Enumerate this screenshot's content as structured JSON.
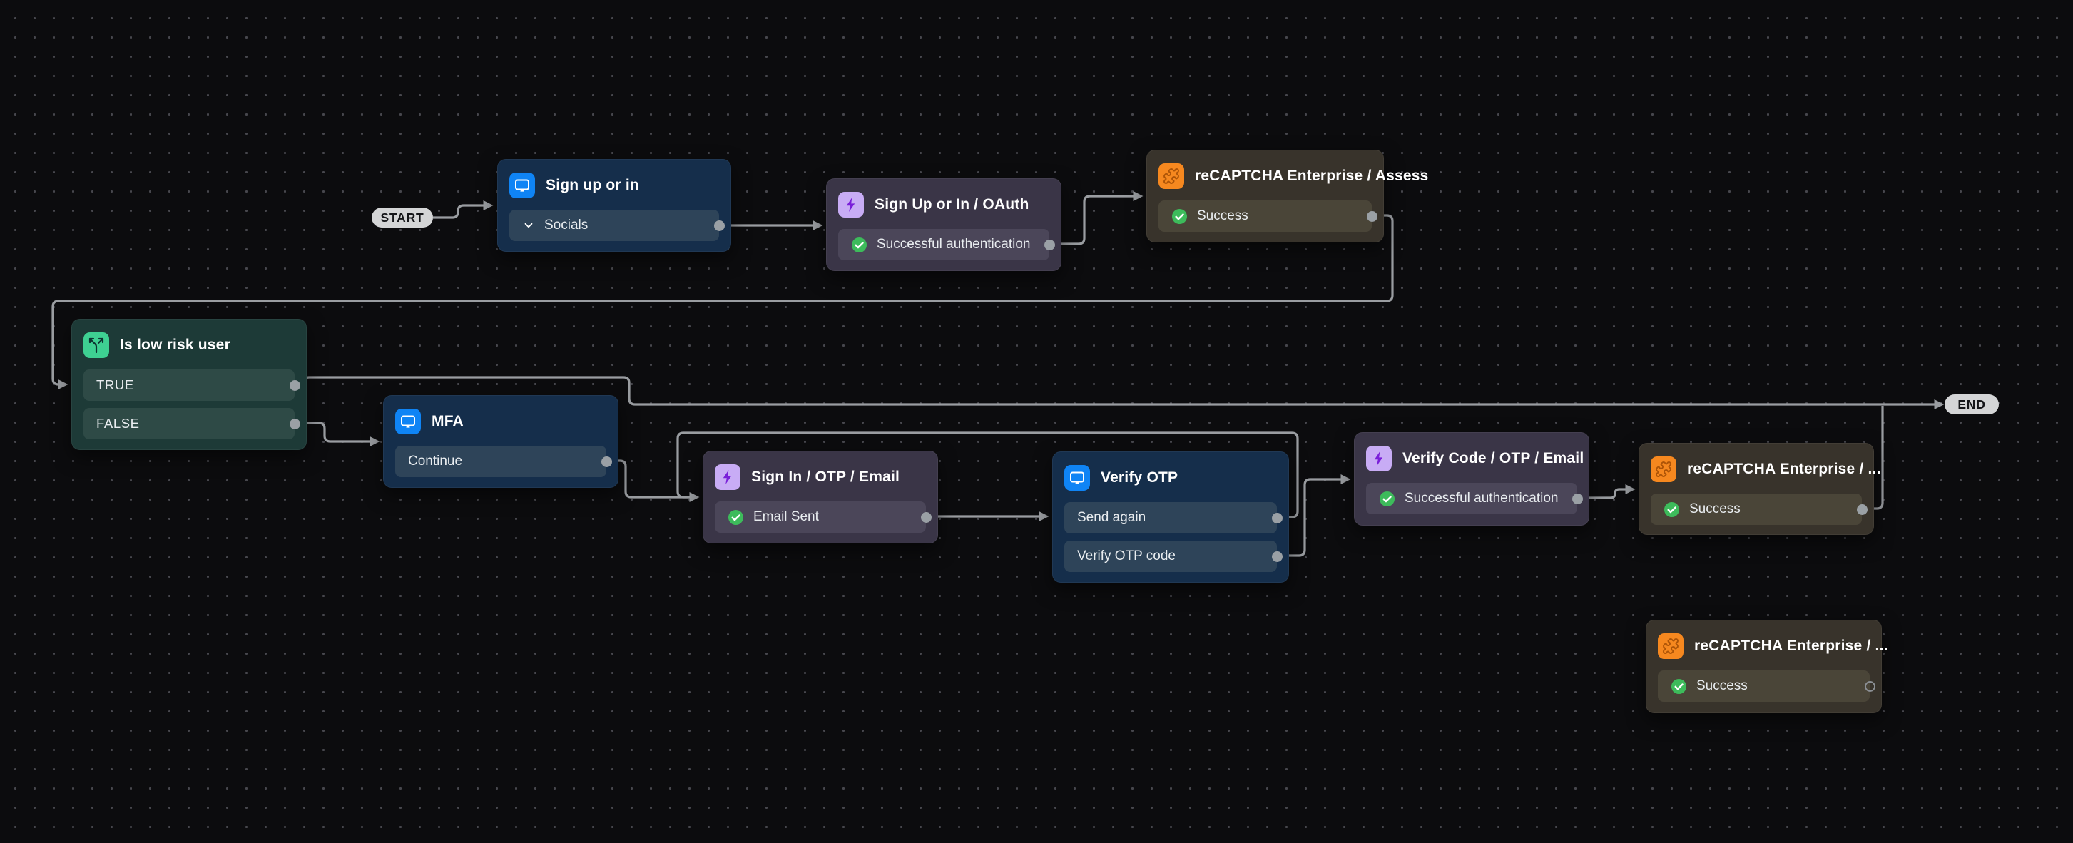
{
  "canvas": {
    "background": "#0c0c0e",
    "grid_dot_color": "#47474d"
  },
  "terminals": {
    "start_label": "START",
    "end_label": "END"
  },
  "nodes": {
    "sign_up_or_in": {
      "title": "Sign up or in",
      "type": "screen",
      "icon": "screen-icon",
      "outputs": [
        {
          "label": "Socials",
          "icon": "chevron-down-icon"
        }
      ]
    },
    "sign_up_or_in_oauth": {
      "title": "Sign Up or In / OAuth",
      "type": "action",
      "icon": "flash-icon",
      "outputs": [
        {
          "label": "Successful authentication",
          "icon": "check-circle-icon"
        }
      ]
    },
    "recaptcha_assess": {
      "title": "reCAPTCHA Enterprise / Assess",
      "type": "connector",
      "icon": "captcha-puzzle-icon",
      "outputs": [
        {
          "label": "Success",
          "icon": "check-circle-icon"
        }
      ]
    },
    "is_low_risk_user": {
      "title": "Is low risk user",
      "type": "condition",
      "icon": "branch-icon",
      "outputs": [
        {
          "label": "TRUE"
        },
        {
          "label": "FALSE"
        }
      ]
    },
    "mfa": {
      "title": "MFA",
      "type": "screen",
      "icon": "screen-icon",
      "outputs": [
        {
          "label": "Continue"
        }
      ]
    },
    "sign_in_otp_email": {
      "title": "Sign In / OTP / Email",
      "type": "action",
      "icon": "flash-icon",
      "outputs": [
        {
          "label": "Email Sent",
          "icon": "check-circle-icon"
        }
      ]
    },
    "verify_otp": {
      "title": "Verify OTP",
      "type": "screen",
      "icon": "screen-icon",
      "outputs": [
        {
          "label": "Send again"
        },
        {
          "label": "Verify OTP code"
        }
      ]
    },
    "verify_code_otp_email": {
      "title": "Verify Code / OTP / Email",
      "type": "action",
      "icon": "flash-icon",
      "outputs": [
        {
          "label": "Successful authentication",
          "icon": "check-circle-icon"
        }
      ]
    },
    "recaptcha_mid": {
      "title": "reCAPTCHA Enterprise / ...",
      "type": "connector",
      "icon": "captcha-puzzle-icon",
      "outputs": [
        {
          "label": "Success",
          "icon": "check-circle-icon"
        }
      ]
    },
    "recaptcha_bottom": {
      "title": "reCAPTCHA Enterprise / ...",
      "type": "connector",
      "icon": "captcha-puzzle-icon",
      "outputs": [
        {
          "label": "Success",
          "icon": "check-circle-icon"
        }
      ]
    }
  },
  "edges": [
    {
      "from": "start",
      "to": "sign_up_or_in"
    },
    {
      "from": "sign_up_or_in.Socials",
      "to": "sign_up_or_in_oauth"
    },
    {
      "from": "sign_up_or_in_oauth.Successful authentication",
      "to": "recaptcha_assess"
    },
    {
      "from": "recaptcha_assess.Success",
      "to": "is_low_risk_user"
    },
    {
      "from": "is_low_risk_user.TRUE",
      "to": "end"
    },
    {
      "from": "is_low_risk_user.FALSE",
      "to": "mfa"
    },
    {
      "from": "mfa.Continue",
      "to": "sign_in_otp_email"
    },
    {
      "from": "sign_in_otp_email.Email Sent",
      "to": "verify_otp"
    },
    {
      "from": "verify_otp.Send again",
      "to": "sign_in_otp_email"
    },
    {
      "from": "verify_otp.Verify OTP code",
      "to": "verify_code_otp_email"
    },
    {
      "from": "verify_code_otp_email.Successful authentication",
      "to": "recaptcha_mid"
    },
    {
      "from": "recaptcha_mid.Success",
      "to": "end"
    }
  ],
  "colors": {
    "screen_node_bg": "#152e4b",
    "screen_row_bg": "#2e4459",
    "screen_icon_bg": "#0f84f5",
    "action_node_bg": "#3a3547",
    "action_row_bg": "#4b4659",
    "action_icon_bg": "#c8acf5",
    "action_bolt": "#7a1fd9",
    "connector_node_bg": "#38332b",
    "connector_row_bg": "#4a4538",
    "connector_icon_bg": "#f6881f",
    "condition_node_bg": "#1d3a37",
    "condition_row_bg": "#2e4a46",
    "condition_icon_bg": "#3ed092",
    "success_green": "#3dbb5b",
    "edge_gray": "#9a9da1",
    "terminal_bg": "#d4d5d6",
    "terminal_text": "#151619"
  }
}
